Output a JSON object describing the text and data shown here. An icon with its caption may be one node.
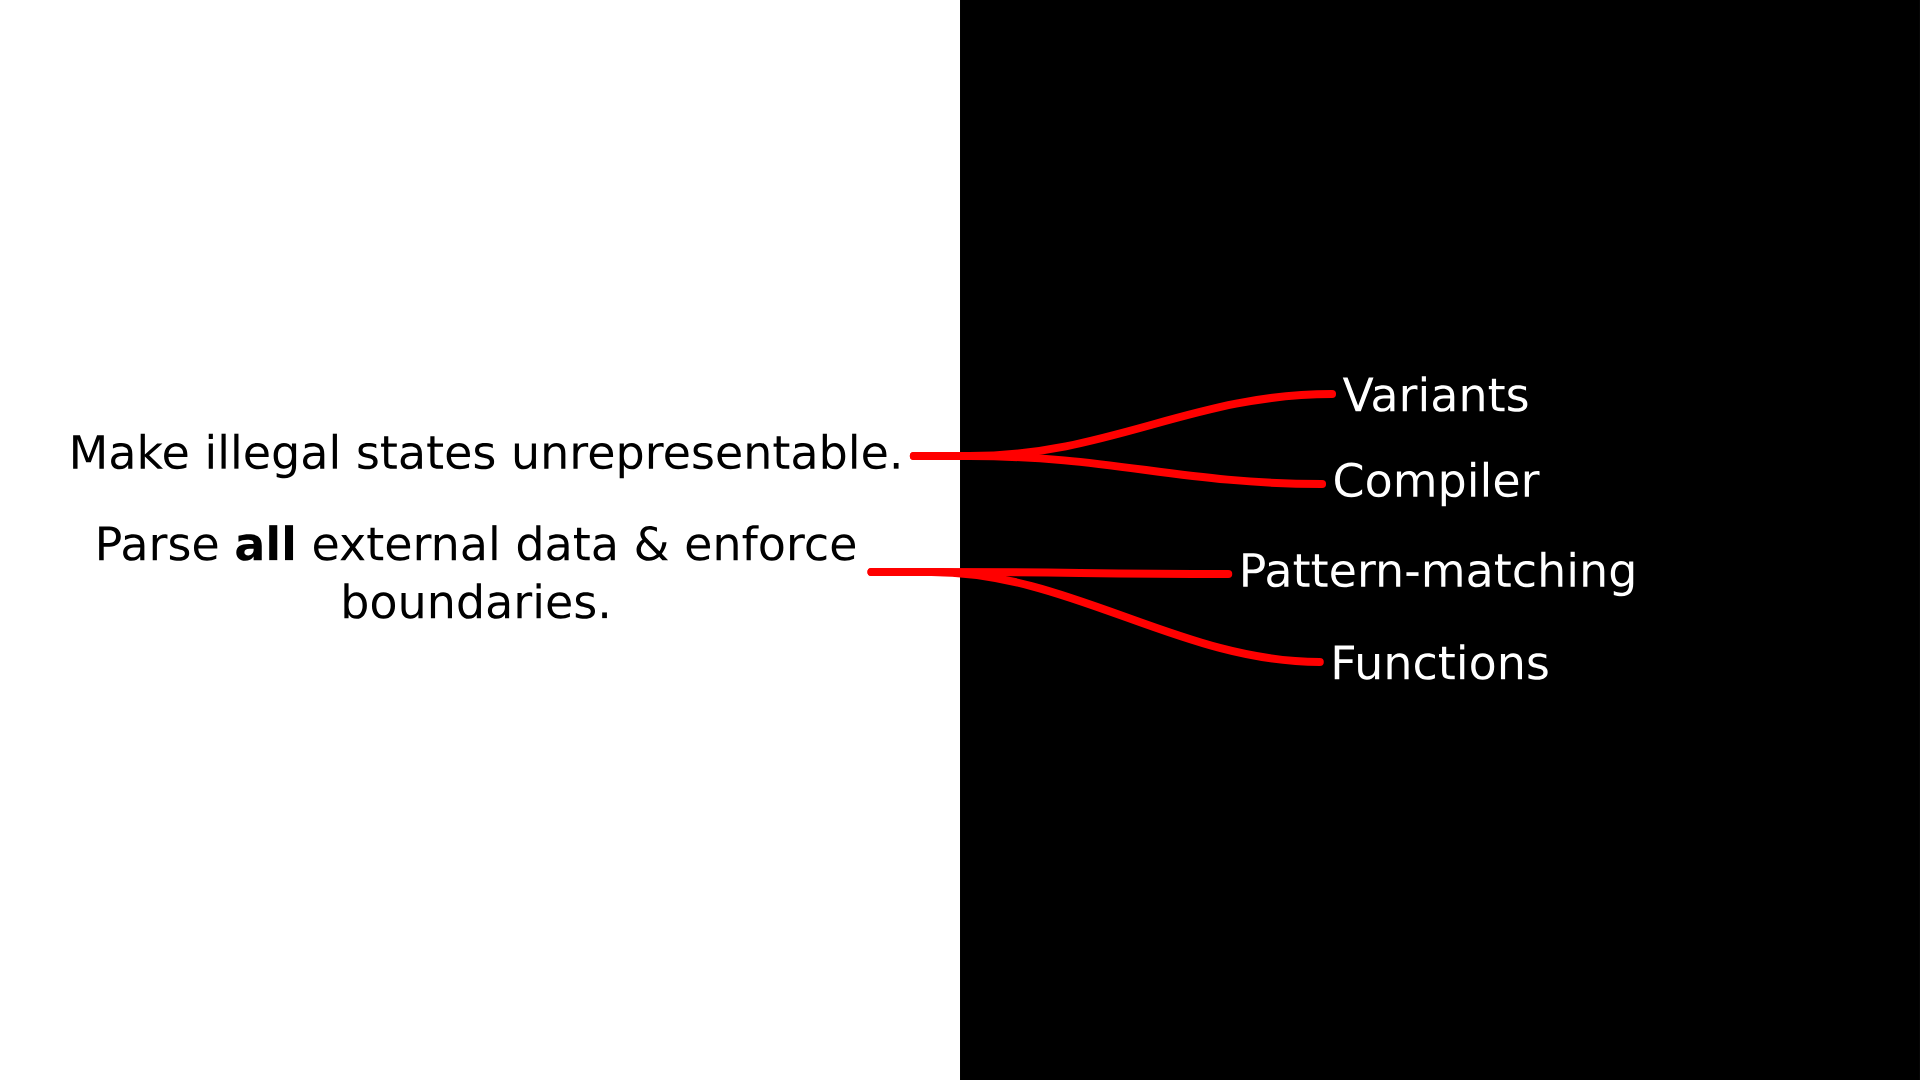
{
  "diagram": {
    "nodes": [
      {
        "text": [
          "Make illegal states unrepresentable."
        ]
      },
      {
        "text": [
          "Parse **all** external data & enforce boundaries."
        ]
      },
      {
        "text": [
          "Variants"
        ]
      },
      {
        "text": [
          "Compiler"
        ]
      },
      {
        "text": [
          "Pattern-matching"
        ]
      },
      {
        "text": [
          "Functions"
        ]
      }
    ],
    "edges": [
      {
        "from": 0,
        "to": 2,
        "arrow": "none"
      },
      {
        "from": 0,
        "to": 3,
        "arrow": "none"
      },
      {
        "from": 1,
        "to": 4,
        "arrow": "none"
      },
      {
        "from": 1,
        "to": 5,
        "arrow": "none"
      }
    ]
  }
}
